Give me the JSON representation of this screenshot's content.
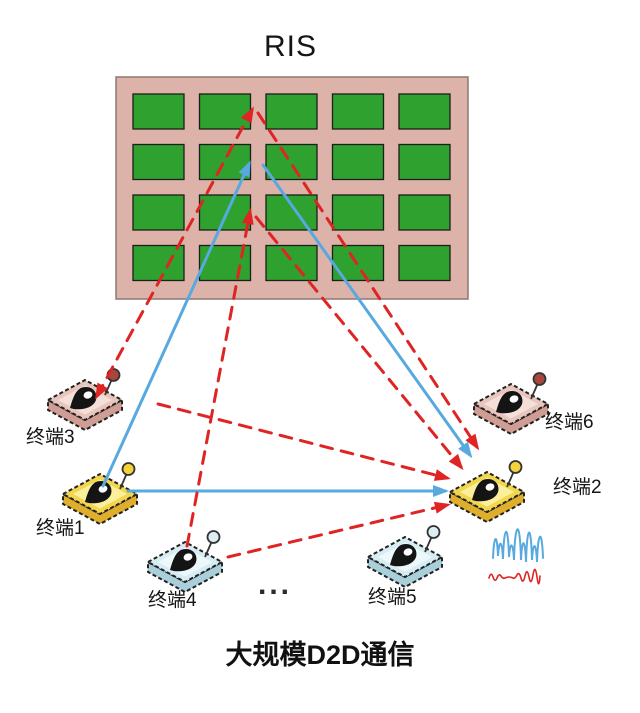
{
  "ris": {
    "label": "RIS",
    "rows": 4,
    "cols": 5
  },
  "caption": "大规模D2D通信",
  "ellipsis": "...",
  "terminals": [
    {
      "id": "t1",
      "label": "终端1",
      "palette": "yellow"
    },
    {
      "id": "t2",
      "label": "终端2",
      "palette": "yellow"
    },
    {
      "id": "t3",
      "label": "终端3",
      "palette": "pink"
    },
    {
      "id": "t4",
      "label": "终端4",
      "palette": "blue"
    },
    {
      "id": "t5",
      "label": "终端5",
      "palette": "blue"
    },
    {
      "id": "t6",
      "label": "终端6",
      "palette": "pink"
    }
  ],
  "links": [
    {
      "id": "b1",
      "from": "终端1",
      "to": "RIS",
      "color": "blue",
      "style": "solid",
      "arrows": "end"
    },
    {
      "id": "b2",
      "from": "RIS",
      "to": "终端2",
      "color": "blue",
      "style": "solid",
      "arrows": "end"
    },
    {
      "id": "b3",
      "from": "终端1",
      "to": "终端2",
      "color": "blue",
      "style": "solid",
      "arrows": "end"
    },
    {
      "id": "r1",
      "from": "终端3",
      "to": "RIS",
      "color": "red",
      "style": "dashed",
      "arrows": "both"
    },
    {
      "id": "r2",
      "from": "RIS",
      "to": "终端2",
      "color": "red",
      "style": "dashed",
      "arrows": "end"
    },
    {
      "id": "r3",
      "from": "终端4",
      "to": "RIS",
      "color": "red",
      "style": "dashed",
      "arrows": "end"
    },
    {
      "id": "r4",
      "from": "RIS",
      "to": "终端2",
      "color": "red",
      "style": "dashed",
      "arrows": "end"
    },
    {
      "id": "r5",
      "from": "终端3",
      "to": "终端2",
      "color": "red",
      "style": "dashed",
      "arrows": "end"
    },
    {
      "id": "r6",
      "from": "终端4",
      "to": "终端2",
      "color": "red",
      "style": "dashed",
      "arrows": "end"
    }
  ],
  "colors": {
    "background": "#ffffff",
    "panel": "#dcb2a9",
    "panel_border": "#8b7a74",
    "cell_green": "#2ea12e",
    "cell_border": "#1d1d1d",
    "arrow_red": "#df2424",
    "arrow_blue": "#57a9e0",
    "text": "#151515"
  },
  "device_palettes": {
    "yellow": {
      "top": "#f2d74e",
      "light": "#fbf0a0",
      "side": "#dfae2c",
      "ball": "#f4d23a"
    },
    "pink": {
      "top": "#e8c5bd",
      "light": "#f5e0da",
      "side": "#cf9d94",
      "ball": "#a8473f"
    },
    "blue": {
      "top": "#d7edf3",
      "light": "#eef9fb",
      "side": "#a9cfda",
      "ball": "#dceef2"
    }
  }
}
